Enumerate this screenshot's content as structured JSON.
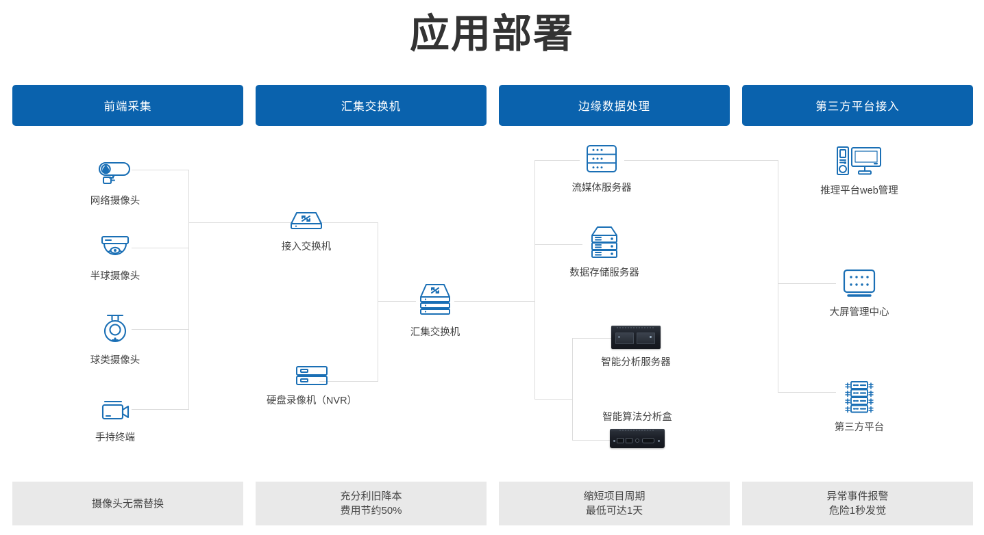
{
  "title": "应用部署",
  "accent_color": "#0A62AD",
  "line_color": "#dcdcdc",
  "footer_bg": "#e9e9e9",
  "columns": [
    {
      "id": "front-end-collection",
      "header": "前端采集",
      "footer_lines": [
        "摄像头无需替换"
      ],
      "nodes": [
        {
          "id": "network-camera",
          "label": "网络摄像头",
          "icon": "bullet-camera-icon"
        },
        {
          "id": "dome-camera",
          "label": "半球摄像头",
          "icon": "dome-camera-icon"
        },
        {
          "id": "ptz-camera",
          "label": "球类摄像头",
          "icon": "ptz-camera-icon"
        },
        {
          "id": "handheld-terminal",
          "label": "手持终端",
          "icon": "camcorder-icon"
        }
      ]
    },
    {
      "id": "aggregation-switch",
      "header": "汇集交换机",
      "footer_lines": [
        "充分利旧降本",
        "费用节约50%"
      ],
      "nodes": [
        {
          "id": "access-switch",
          "label": "接入交换机",
          "icon": "switch-icon"
        },
        {
          "id": "nvr",
          "label": "硬盘录像机（NVR）",
          "icon": "nvr-icon"
        },
        {
          "id": "agg-switch",
          "label": "汇集交换机",
          "icon": "stacked-switch-icon"
        }
      ]
    },
    {
      "id": "edge-data-processing",
      "header": "边缘数据处理",
      "footer_lines": [
        "缩短项目周期",
        "最低可达1天"
      ],
      "nodes": [
        {
          "id": "streaming-server",
          "label": "流媒体服务器",
          "icon": "rack-server-icon"
        },
        {
          "id": "storage-server",
          "label": "数据存储服务器",
          "icon": "storage-server-icon"
        },
        {
          "id": "ai-analysis-server",
          "label": "智能分析服务器",
          "icon": "analysis-server-photo"
        },
        {
          "id": "ai-algorithm-box",
          "label": "智能算法分析盒",
          "icon": "algorithm-box-photo"
        }
      ]
    },
    {
      "id": "third-party-platform-access",
      "header": "第三方平台接入",
      "footer_lines": [
        "异常事件报警",
        "危险1秒发觉"
      ],
      "nodes": [
        {
          "id": "inference-web-mgmt",
          "label": "推理平台web管理",
          "icon": "desktop-tower-icon"
        },
        {
          "id": "video-wall-center",
          "label": "大屏管理中心",
          "icon": "video-wall-icon"
        },
        {
          "id": "third-party-platform",
          "label": "第三方平台",
          "icon": "server-rack-icon"
        }
      ]
    }
  ]
}
